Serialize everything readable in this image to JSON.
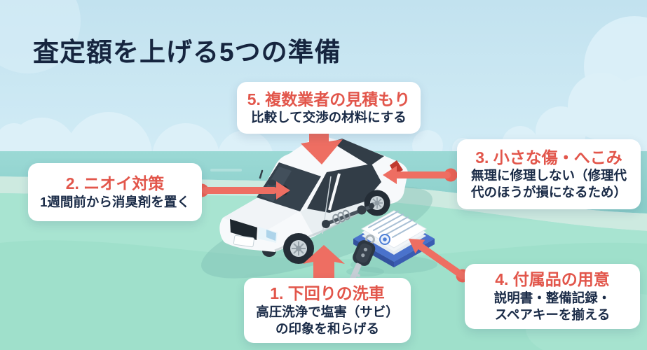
{
  "title": "査定額を上げる5つの準備",
  "items": [
    {
      "id": "1",
      "heading": "1. 下回りの洗車",
      "body": "高圧洗浄で塩害（サビ）\nの印象を和らげる"
    },
    {
      "id": "2",
      "heading": "2. ニオイ対策",
      "body": "1週間前から消臭剤を置く"
    },
    {
      "id": "3",
      "heading": "3. 小さな傷・へこみ",
      "body": "無理に修理しない（修理代\n代のほうが損になるため）"
    },
    {
      "id": "4",
      "heading": "4. 付属品の用意",
      "body": "説明書・整備記録・\nスペアキーを揃える"
    },
    {
      "id": "5",
      "heading": "5. 複数業者の見積もり",
      "body": "比較して交渉の材料にする"
    }
  ],
  "illustration": {
    "subject": "white-isometric-sedan",
    "props": [
      "document-stack",
      "car-key"
    ],
    "arrow_targets": {
      "1": "car-underside",
      "2": "car-cabin-windshield",
      "3": "rear-fender",
      "4": "document-stack",
      "5": "car-roof"
    }
  },
  "colors": {
    "accent_red": "#e2564b",
    "arrow_red": "#ee6e62",
    "navy_text": "#1a2b47",
    "title_navy": "#16253f",
    "sky": "#c9e8f4",
    "sea": "#8fd3cf",
    "ground": "#9fe0cb",
    "box_bg": "#ffffff"
  }
}
